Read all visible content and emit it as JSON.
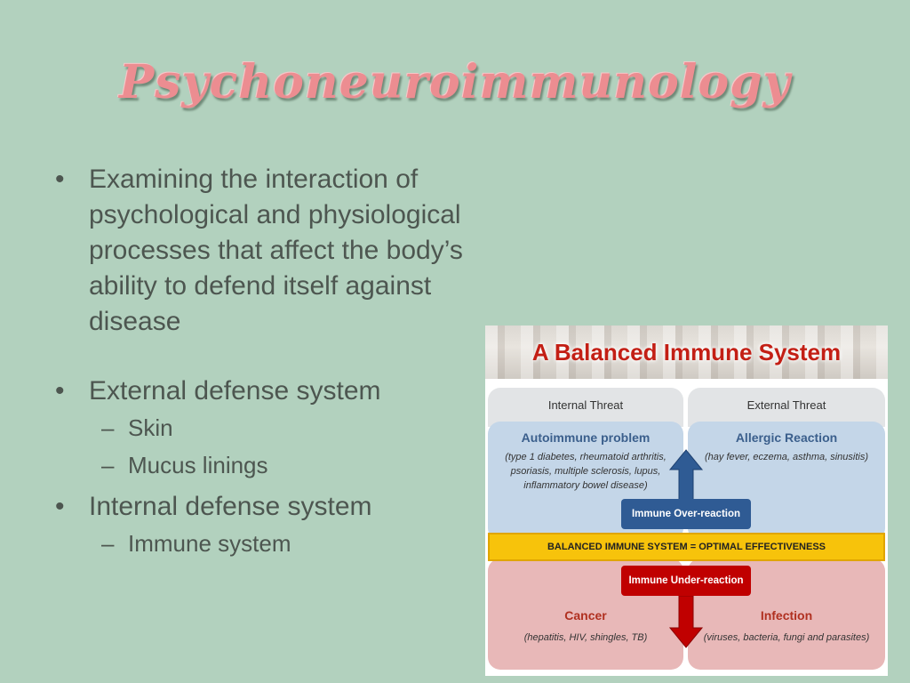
{
  "slide": {
    "title": "Psychoneuroimmunology",
    "bullets": [
      {
        "text": "Examining the interaction of psychological and physiological processes that affect the body’s ability to defend itself against disease",
        "lines": [
          "Examining the interaction of",
          "psychological and physiological",
          "processes that affect the body’s",
          "ability to defend itself against",
          "disease"
        ]
      },
      {
        "text": "External defense system",
        "sub": [
          "Skin",
          "Mucus linings"
        ]
      },
      {
        "text": "Internal defense system",
        "sub": [
          "Immune system"
        ]
      }
    ],
    "bullet_glyph": "•",
    "dash_glyph": "–"
  },
  "figure": {
    "title": "A Balanced Immune System",
    "internal_threat": "Internal Threat",
    "external_threat": "External Threat",
    "autoimmune": {
      "heading": "Autoimmune problem",
      "lines": [
        "(type 1 diabetes, rheumatoid arthritis,",
        "psoriasis,  multiple sclerosis, lupus,",
        "inflammatory bowel disease)"
      ]
    },
    "allergic": {
      "heading": "Allergic Reaction",
      "detail": "(hay fever, eczema, asthma, sinusitis)"
    },
    "over_reaction": "Immune Over-reaction",
    "balanced": "BALANCED IMMUNE SYSTEM = OPTIMAL EFFECTIVENESS",
    "under_reaction": "Immune Under-reaction",
    "cancer": {
      "heading": "Cancer",
      "detail": "(hepatitis, HIV, shingles, TB)"
    },
    "infection": {
      "heading": "Infection",
      "detail": "(viruses, bacteria, fungi and parasites)"
    },
    "colors": {
      "over": "#2f5b94",
      "under": "#c00000",
      "balance": "#f7c30b",
      "heading_blue": "#3b5f8c",
      "heading_red": "#b03020"
    }
  }
}
